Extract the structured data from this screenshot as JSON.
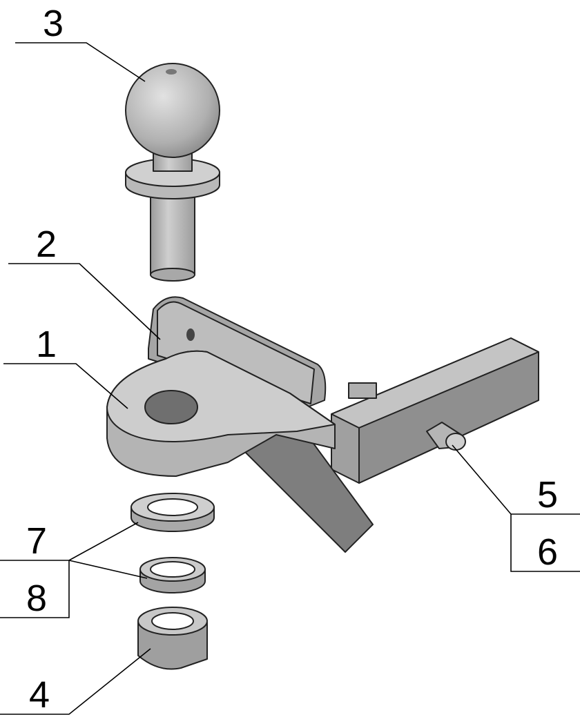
{
  "diagram": {
    "type": "exploded-assembly",
    "callouts": {
      "c1": "1",
      "c2": "2",
      "c3": "3",
      "c4": "4",
      "c5": "5",
      "c6": "6",
      "c7": "7",
      "c8": "8"
    },
    "colors": {
      "light": "#c8c8c8",
      "mid": "#a9a9a9",
      "dark": "#7d7d7d",
      "line": "#000000"
    }
  }
}
